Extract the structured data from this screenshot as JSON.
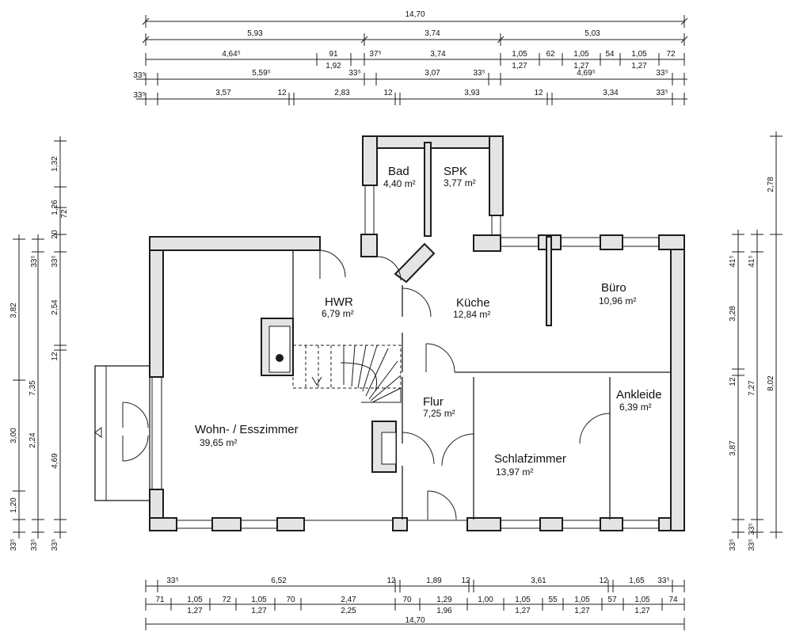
{
  "rooms": {
    "bad": {
      "name": "Bad",
      "area": "4,40 m²"
    },
    "spk": {
      "name": "SPK",
      "area": "3,77 m²"
    },
    "hwr": {
      "name": "HWR",
      "area": "6,79 m²"
    },
    "kueche": {
      "name": "Küche",
      "area": "12,84 m²"
    },
    "buero": {
      "name": "Büro",
      "area": "10,96 m²"
    },
    "wohnen": {
      "name": "Wohn- / Esszimmer",
      "area": "39,65 m²"
    },
    "flur": {
      "name": "Flur",
      "area": "7,25 m²"
    },
    "ankleide": {
      "name": "Ankleide",
      "area": "6,39 m²"
    },
    "schlaf": {
      "name": "Schlafzimmer",
      "area": "13,97 m²"
    }
  },
  "dimensions_top": {
    "row1": [
      "14,70"
    ],
    "row2": [
      "5,93",
      "3,74",
      "5,03"
    ],
    "row3": [
      "4,64⁵",
      "91",
      "1,92",
      "37⁵",
      "3,74",
      "1,05",
      "1,27",
      "62",
      "1,05",
      "1,27",
      "54",
      "1,05",
      "1,27",
      "72"
    ],
    "row4": [
      "33⁵",
      "5,59⁵",
      "33⁵",
      "3,07",
      "33⁵",
      "4,69⁵",
      "33⁵"
    ],
    "row5": [
      "33⁵",
      "3,57",
      "12",
      "2,83",
      "12",
      "3,93",
      "12",
      "3,34",
      "33⁵"
    ]
  },
  "dimensions_bottom": {
    "row1": [
      "33⁵",
      "6,52",
      "12",
      "1,89",
      "12",
      "3,61",
      "12",
      "1,65",
      "33⁵"
    ],
    "row2": [
      "71",
      "1,05",
      "1,27",
      "72",
      "1,05",
      "1,27",
      "70",
      "2,47",
      "2,25",
      "70",
      "1,29",
      "1,96",
      "1,00",
      "1,05",
      "1,27",
      "55",
      "1,05",
      "1,27",
      "57",
      "1,05",
      "1,27",
      "74"
    ],
    "row3": [
      "14,70"
    ]
  },
  "dimensions_left": {
    "outer": [
      "3,82",
      "3,00",
      "1,20",
      "33⁵",
      "33⁵"
    ],
    "inner": [
      "7,35",
      "2,24",
      "33⁵"
    ],
    "third": [
      "1,32",
      "1,26",
      "72",
      "20",
      "33⁵",
      "2,54",
      "12",
      "4,69",
      "33⁵"
    ]
  },
  "dimensions_right": {
    "outer": [
      "2,78",
      "8,02",
      "33⁵"
    ],
    "inner": [
      "41⁵",
      "7,27",
      "33⁵"
    ],
    "third": [
      "41⁵",
      "3,28",
      "12",
      "3,87",
      "33⁵"
    ]
  }
}
